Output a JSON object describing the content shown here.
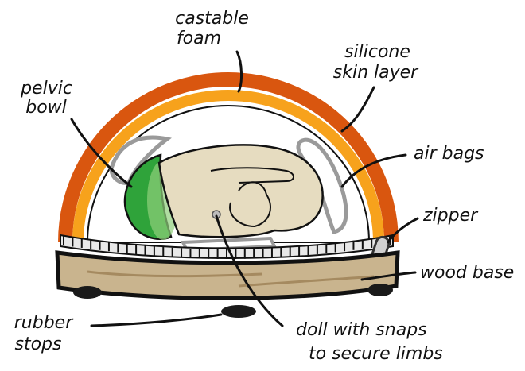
{
  "labels": {
    "castable_foam": [
      "castable",
      "foam"
    ],
    "silicone_skin": [
      "silicone",
      "skin layer"
    ],
    "pelvic_bowl": [
      "pelvic",
      "bowl"
    ],
    "air_bags": "air bags",
    "zipper": "zipper",
    "wood_base": "wood base",
    "rubber_stops": [
      "rubber",
      "stops"
    ],
    "doll": [
      "doll with snaps",
      "to secure limbs"
    ]
  },
  "colors": {
    "outer_shell": "#d9560f",
    "foam_layer": "#f7a21c",
    "pelvic_bowl": "#2fa33a",
    "doll": "#e6dcc0",
    "wood_base": "#c9b48e",
    "rubber": "#1a1a1a",
    "zipper": "#e8e8e8"
  }
}
